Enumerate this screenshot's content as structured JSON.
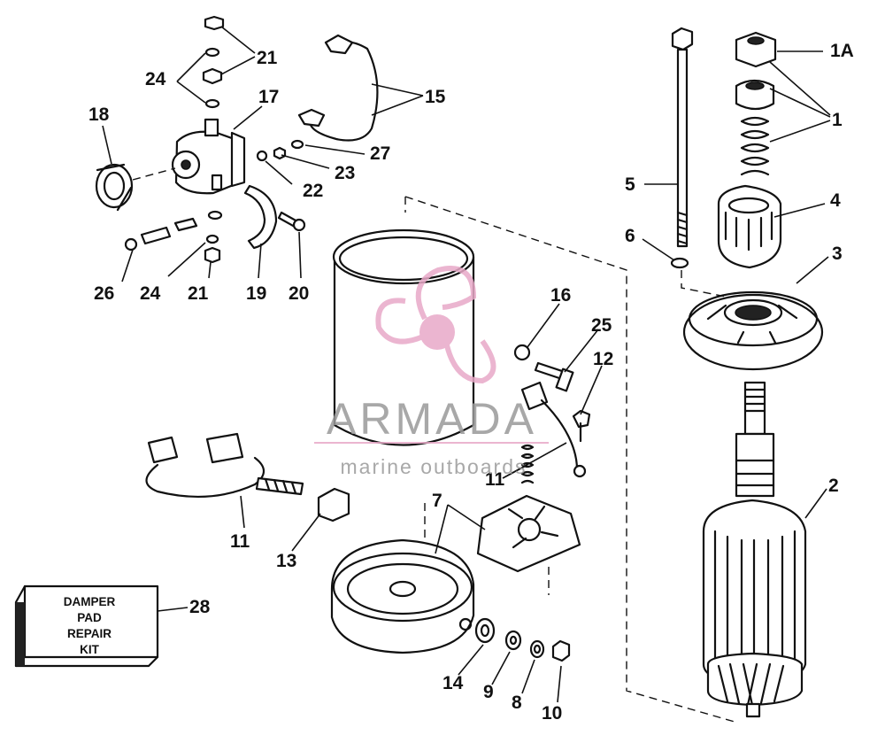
{
  "diagram": {
    "callouts": [
      {
        "id": "1A",
        "label": "1A"
      },
      {
        "id": "1",
        "label": "1"
      },
      {
        "id": "2",
        "label": "2"
      },
      {
        "id": "3",
        "label": "3"
      },
      {
        "id": "4",
        "label": "4"
      },
      {
        "id": "5",
        "label": "5"
      },
      {
        "id": "6",
        "label": "6"
      },
      {
        "id": "7",
        "label": "7"
      },
      {
        "id": "8",
        "label": "8"
      },
      {
        "id": "9",
        "label": "9"
      },
      {
        "id": "10",
        "label": "10"
      },
      {
        "id": "11a",
        "label": "11"
      },
      {
        "id": "11b",
        "label": "11"
      },
      {
        "id": "12",
        "label": "12"
      },
      {
        "id": "13",
        "label": "13"
      },
      {
        "id": "14",
        "label": "14"
      },
      {
        "id": "15",
        "label": "15"
      },
      {
        "id": "16",
        "label": "16"
      },
      {
        "id": "17",
        "label": "17"
      },
      {
        "id": "18",
        "label": "18"
      },
      {
        "id": "19",
        "label": "19"
      },
      {
        "id": "20",
        "label": "20"
      },
      {
        "id": "21a",
        "label": "21"
      },
      {
        "id": "21b",
        "label": "21"
      },
      {
        "id": "22",
        "label": "22"
      },
      {
        "id": "23",
        "label": "23"
      },
      {
        "id": "24a",
        "label": "24"
      },
      {
        "id": "24b",
        "label": "24"
      },
      {
        "id": "25",
        "label": "25"
      },
      {
        "id": "26",
        "label": "26"
      },
      {
        "id": "27",
        "label": "27"
      },
      {
        "id": "28",
        "label": "28"
      }
    ],
    "kit_box": {
      "lines": [
        "DAMPER",
        "PAD",
        "REPAIR",
        "KIT"
      ]
    }
  },
  "watermark": {
    "brand": "ARMADA",
    "tagline": "marine outboards",
    "color": "#e8a9c8"
  }
}
